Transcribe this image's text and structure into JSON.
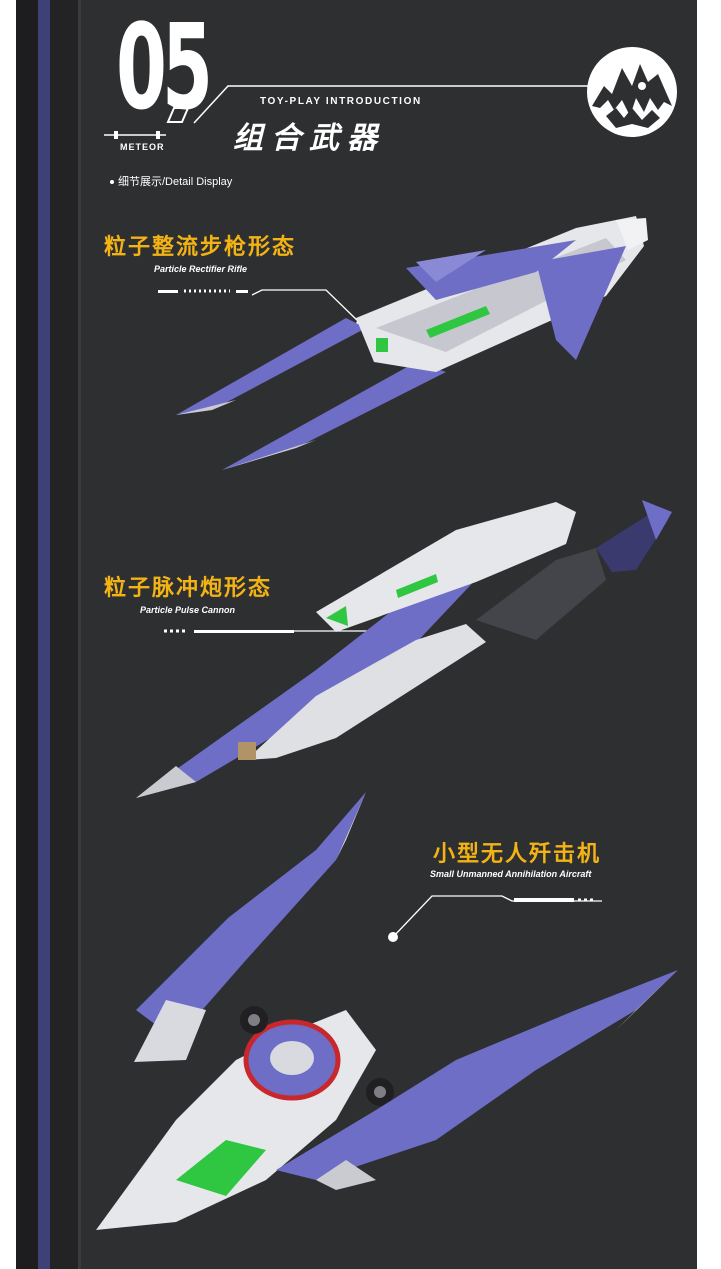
{
  "header": {
    "number": "05",
    "brand": "METEOR",
    "subtitle_en": "TOY-PLAY INTRODUCTION",
    "title_cn": "组合武器",
    "detail_label": "细节展示/Detail Display"
  },
  "sections": [
    {
      "title_cn": "粒子整流步枪形态",
      "title_en": "Particle Rectifier Rifle"
    },
    {
      "title_cn": "粒子脉冲炮形态",
      "title_en": "Particle Pulse Cannon"
    },
    {
      "title_cn": "小型无人歼击机",
      "title_en": "Small Unmanned Annihilation Aircraft"
    }
  ],
  "colors": {
    "background": "#2e2f31",
    "accent_yellow": "#f3b315",
    "stripe_blue": "#3d4177",
    "weapon_purple": "#6f6ec6",
    "weapon_white": "#e6e7ea",
    "glow_green": "#2fc742"
  },
  "icons": [
    "mountain-emblem-icon",
    "callout-dot-icon"
  ]
}
